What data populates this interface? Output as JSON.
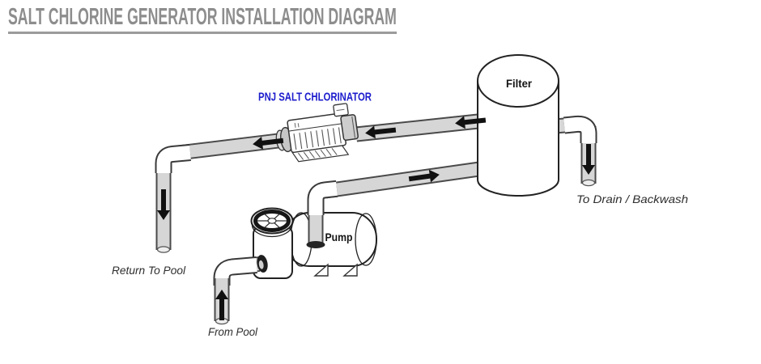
{
  "page": {
    "background_color": "#ffffff"
  },
  "header": {
    "title": "SALT CHLORINE GENERATOR INSTALLATION DIAGRAM",
    "title_color": "#8d8d8d",
    "underline_color": "#9b9b9b"
  },
  "diagram": {
    "equipment": {
      "chlorinator_label": "PNJ SALT CHLORINATOR",
      "filter_label": "Filter",
      "pump_label": "Pump"
    },
    "flow_labels": {
      "return_to_pool": "Return To Pool",
      "from_pool": "From Pool",
      "to_drain_backwash": "To Drain / Backwash"
    },
    "colors": {
      "chlorinator_label": "#1c1ccd",
      "equipment_label": "#141414",
      "flow_label": "#2e2e2e",
      "pipe_fill": "#d6d6d6",
      "pipe_outline": "#4a4a4a",
      "fitting_fill": "#ffffff",
      "equipment_outline": "#222222",
      "arrow": "#111111"
    },
    "flow_arrows": [
      {
        "name": "filter-outlet-arrow",
        "direction": "left"
      },
      {
        "name": "chlorinator-inlet-arrow",
        "direction": "left"
      },
      {
        "name": "chlorinator-outlet-arrow",
        "direction": "left"
      },
      {
        "name": "return-line-arrow",
        "direction": "down"
      },
      {
        "name": "pump-discharge-arrow",
        "direction": "right"
      },
      {
        "name": "suction-line-arrow",
        "direction": "up"
      },
      {
        "name": "drain-line-arrow",
        "direction": "down"
      }
    ]
  }
}
